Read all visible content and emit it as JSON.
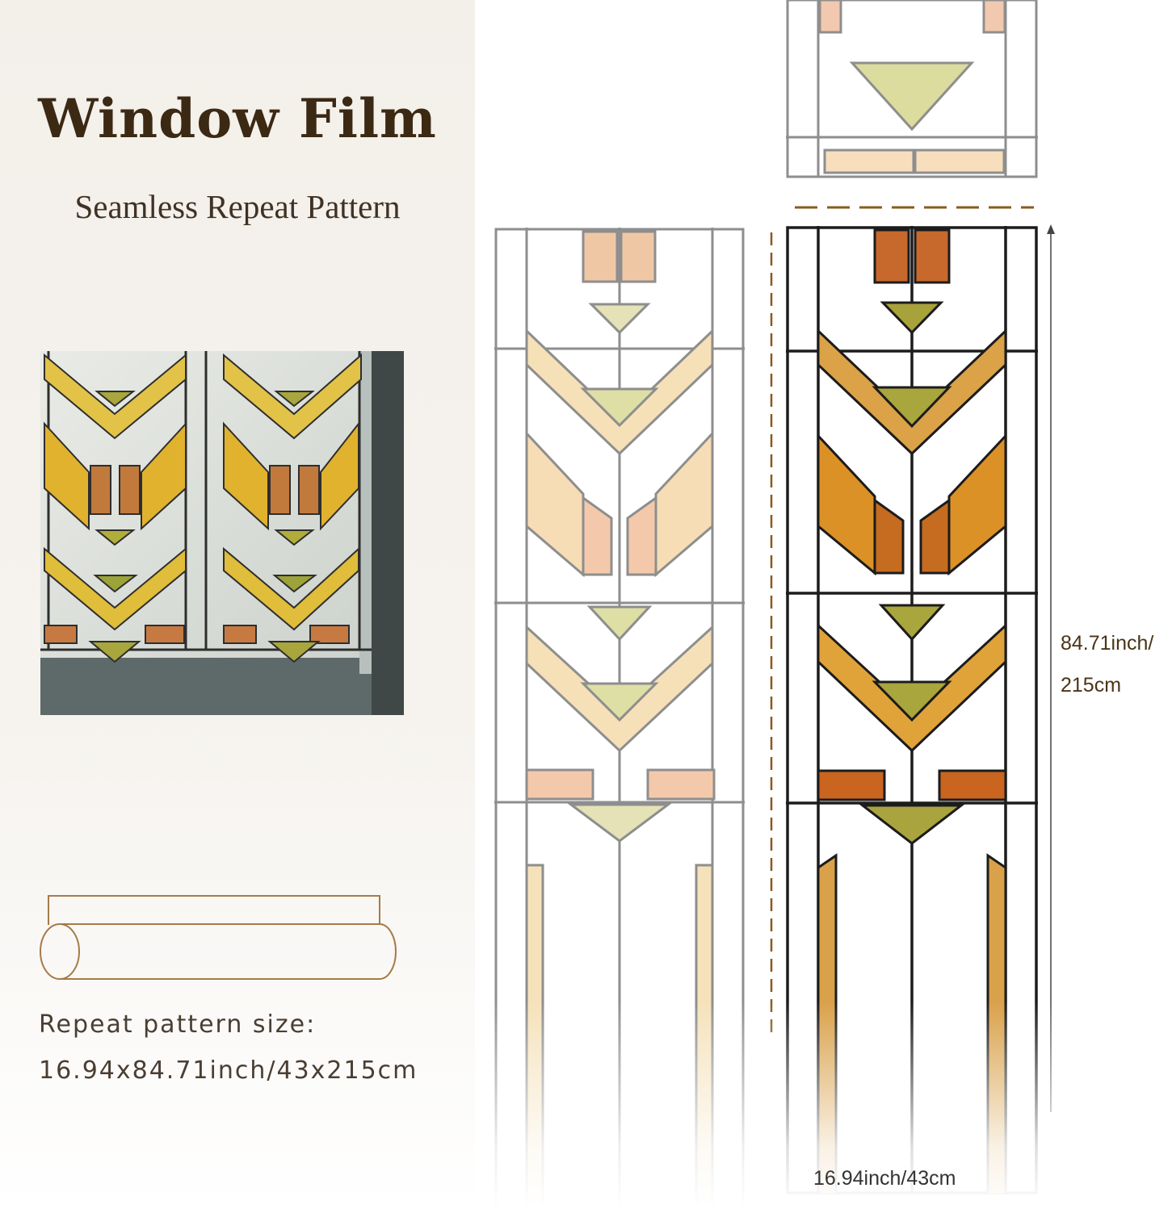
{
  "header": {
    "title": "Window Film",
    "subtitle": "Seamless Repeat Pattern"
  },
  "spec": {
    "label": "Repeat pattern size:",
    "value": "16.94x84.71inch/43x215cm"
  },
  "dimensions": {
    "height_inch": "84.71inch/",
    "height_cm": "215cm",
    "width": "16.94inch/43cm"
  },
  "colors": {
    "panel_bg": "#f3efe9",
    "title": "#3b2914",
    "amber": "#d9952f",
    "copper": "#c66f2a",
    "olive": "#b6b24c",
    "gold": "#e8b85a",
    "came_lead": "#2b2b2b",
    "dash": "#8a5a1e"
  },
  "icons": {
    "roll": "film-roll-icon",
    "arrow": "dimension-arrow-icon"
  }
}
